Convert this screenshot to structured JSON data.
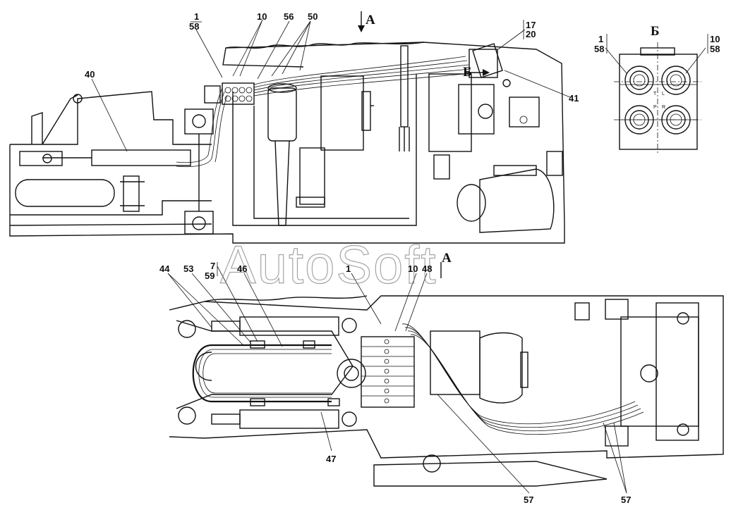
{
  "watermark": "AutoSoft",
  "view_labels": {
    "top_arrow": "А",
    "bottom_arrow": "А",
    "detail_top": "Б",
    "detail_callout": "Б"
  },
  "detail_ports": [
    "T",
    "L",
    "P",
    "R"
  ],
  "callouts_top": {
    "c_1_58_a": "1",
    "c_1_58_b": "58",
    "c_10": "10",
    "c_56": "56",
    "c_50": "50",
    "c_17_20_a": "17",
    "c_17_20_b": "20",
    "c_40": "40",
    "c_41": "41"
  },
  "callouts_detail": {
    "d_1_58_a": "1",
    "d_1_58_b": "58",
    "d_10_58_a": "10",
    "d_10_58_b": "58"
  },
  "callouts_bottom": {
    "c_44": "44",
    "c_53": "53",
    "c_7_59_a": "7",
    "c_7_59_b": "59",
    "c_46": "46",
    "c_1": "1",
    "c_10": "10",
    "c_48": "48",
    "c_47": "47",
    "c_57_a": "57",
    "c_57_b": "57"
  }
}
